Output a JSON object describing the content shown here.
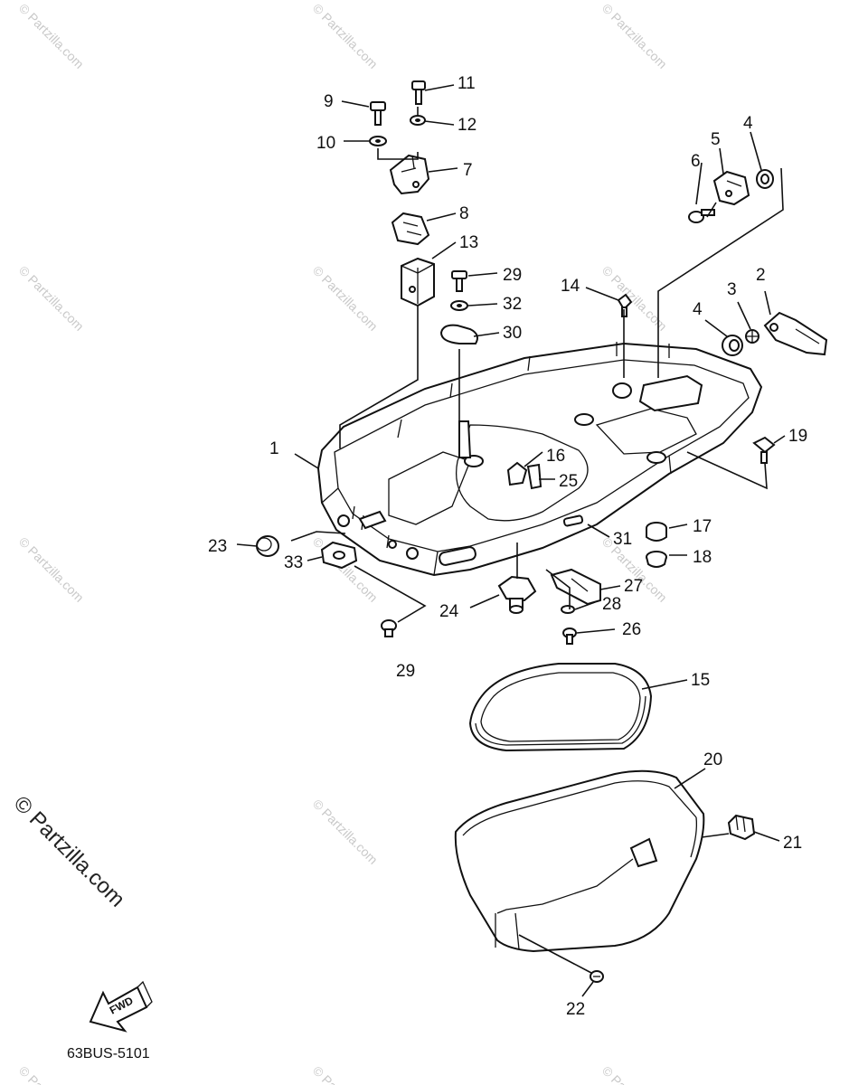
{
  "watermark": "© Partzilla.com",
  "diagram_code": "63BUS-5101",
  "fwd_label": "FWD",
  "callouts": {
    "c1": "1",
    "c2": "2",
    "c3": "3",
    "c4a": "4",
    "c4b": "4",
    "c5": "5",
    "c6": "6",
    "c7": "7",
    "c8": "8",
    "c9": "9",
    "c10": "10",
    "c11": "11",
    "c12": "12",
    "c13": "13",
    "c14": "14",
    "c15": "15",
    "c16": "16",
    "c17": "17",
    "c18": "18",
    "c19": "19",
    "c20": "20",
    "c21": "21",
    "c22": "22",
    "c23": "23",
    "c24": "24",
    "c25": "25",
    "c26": "26",
    "c27": "27",
    "c28": "28",
    "c29a": "29",
    "c29b": "29",
    "c30": "30",
    "c31": "31",
    "c32": "32",
    "c33": "33"
  }
}
